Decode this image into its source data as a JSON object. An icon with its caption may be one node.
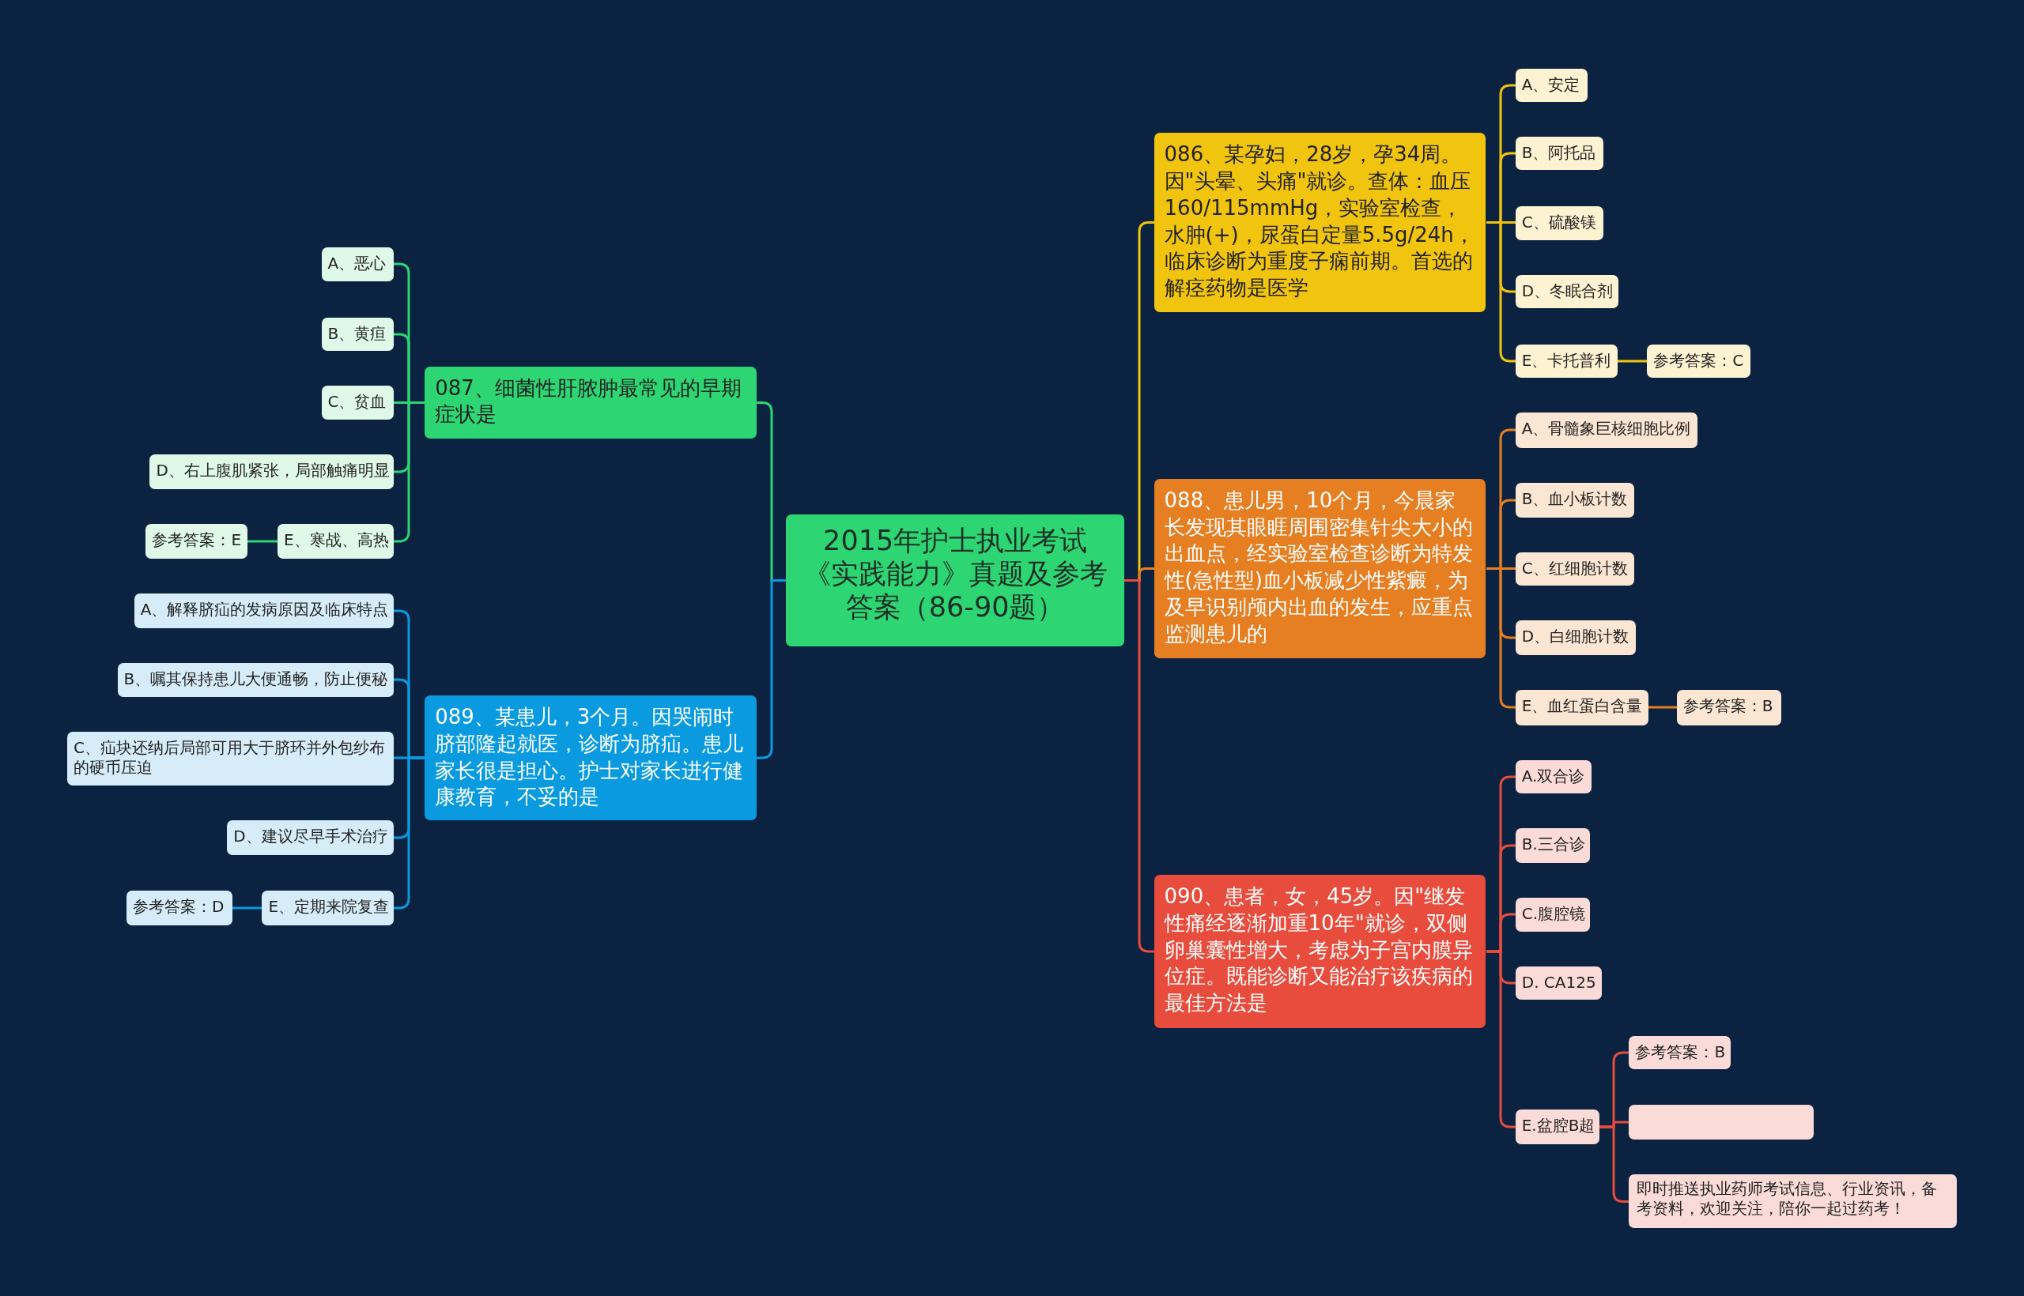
{
  "diagram": {
    "nodes": [
      {
        "text": [
          "2015年护士执业考试《实践能力》真题及参考答案（86-90题）"
        ]
      },
      {
        "text": [
          "087、细菌性肝脓肿最常见的早期症状是"
        ]
      },
      {
        "text": [
          "A、恶心"
        ]
      },
      {
        "text": [
          "B、黄疸"
        ]
      },
      {
        "text": [
          "C、贫血"
        ]
      },
      {
        "text": [
          "D、右上腹肌紧张，局部触痛明显"
        ]
      },
      {
        "text": [
          "E、寒战、高热"
        ]
      },
      {
        "text": [
          "参考答案：E"
        ]
      },
      {
        "text": [
          "089、某患儿，3个月。因哭闹时脐部隆起就医，诊断为脐疝。患儿家长很是担心。护士对家长进行健康教育，不妥的是"
        ]
      },
      {
        "text": [
          "A、解释脐疝的发病原因及临床特点"
        ]
      },
      {
        "text": [
          "B、嘱其保持患儿大便通畅，防止便秘"
        ]
      },
      {
        "text": [
          "C、疝块还纳后局部可用大于脐环并外包纱布的硬币压迫"
        ]
      },
      {
        "text": [
          "D、建议尽早手术治疗"
        ]
      },
      {
        "text": [
          "E、定期来院复查"
        ]
      },
      {
        "text": [
          "参考答案：D"
        ]
      },
      {
        "text": [
          "086、某孕妇，28岁，孕34周。因\"头晕、头痛\"就诊。查体：血压160/115mmHg，实验室检查，水肿(+)，尿蛋白定量5.5g/24h，临床诊断为重度子痫前期。首选的解痉药物是医学"
        ]
      },
      {
        "text": [
          "A、安定"
        ]
      },
      {
        "text": [
          "B、阿托品"
        ]
      },
      {
        "text": [
          "C、硫酸镁"
        ]
      },
      {
        "text": [
          "D、冬眠合剂"
        ]
      },
      {
        "text": [
          "E、卡托普利"
        ]
      },
      {
        "text": [
          "参考答案：C"
        ]
      },
      {
        "text": [
          "088、患儿男，10个月，今晨家长发现其眼睚周围密集针尖大小的出血点，经实验室检查诊断为特发性(急性型)血小板减少性紫癜，为及早识别颅内出血的发生，应重点监测患儿的"
        ]
      },
      {
        "text": [
          "A、骨髓象巨核细胞比例"
        ]
      },
      {
        "text": [
          "B、血小板计数"
        ]
      },
      {
        "text": [
          "C、红细胞计数"
        ]
      },
      {
        "text": [
          "D、白细胞计数"
        ]
      },
      {
        "text": [
          "E、血红蛋白含量"
        ]
      },
      {
        "text": [
          "参考答案：B"
        ]
      },
      {
        "text": [
          "090、患者，女，45岁。因\"继发性痛经逐渐加重10年\"就诊，双侧卵巢囊性增大，考虑为子宫内膜异位症。既能诊断又能治疗该疾病的最佳方法是"
        ]
      },
      {
        "text": [
          "A.双合诊"
        ]
      },
      {
        "text": [
          "B.三合诊"
        ]
      },
      {
        "text": [
          "C.腹腔镜"
        ]
      },
      {
        "text": [
          "D. CA125"
        ]
      },
      {
        "text": [
          "E.盆腔B超"
        ]
      },
      {
        "text": [
          "参考答案：B"
        ]
      },
      {
        "text": [],
        "shape": "box"
      },
      {
        "text": [
          "即时推送执业药师考试信息、行业资讯，备考资料，欢迎关注，陪你一起过药考！"
        ]
      }
    ],
    "edges": [
      {
        "from": 0,
        "to": 1,
        "arrow": "none",
        "color": "#2ed573"
      },
      {
        "from": 0,
        "to": 8,
        "arrow": "none",
        "color": "#0a9ae0"
      },
      {
        "from": 0,
        "to": 15,
        "arrow": "none",
        "color": "#f1c40f"
      },
      {
        "from": 0,
        "to": 22,
        "arrow": "none",
        "color": "#e67e22"
      },
      {
        "from": 0,
        "to": 29,
        "arrow": "none",
        "color": "#e74c3c"
      },
      {
        "from": 1,
        "to": 2,
        "arrow": "none",
        "color": "#2ed573"
      },
      {
        "from": 1,
        "to": 3,
        "arrow": "none",
        "color": "#2ed573"
      },
      {
        "from": 1,
        "to": 4,
        "arrow": "none",
        "color": "#2ed573"
      },
      {
        "from": 1,
        "to": 5,
        "arrow": "none",
        "color": "#2ed573"
      },
      {
        "from": 1,
        "to": 6,
        "arrow": "none",
        "color": "#2ed573"
      },
      {
        "from": 6,
        "to": 7,
        "arrow": "none",
        "color": "#2ed573"
      },
      {
        "from": 8,
        "to": 9,
        "arrow": "none",
        "color": "#0a9ae0"
      },
      {
        "from": 8,
        "to": 10,
        "arrow": "none",
        "color": "#0a9ae0"
      },
      {
        "from": 8,
        "to": 11,
        "arrow": "none",
        "color": "#0a9ae0"
      },
      {
        "from": 8,
        "to": 12,
        "arrow": "none",
        "color": "#0a9ae0"
      },
      {
        "from": 8,
        "to": 13,
        "arrow": "none",
        "color": "#0a9ae0"
      },
      {
        "from": 13,
        "to": 14,
        "arrow": "none",
        "color": "#0a9ae0"
      },
      {
        "from": 15,
        "to": 16,
        "arrow": "none",
        "color": "#f1c40f"
      },
      {
        "from": 15,
        "to": 17,
        "arrow": "none",
        "color": "#f1c40f"
      },
      {
        "from": 15,
        "to": 18,
        "arrow": "none",
        "color": "#f1c40f"
      },
      {
        "from": 15,
        "to": 19,
        "arrow": "none",
        "color": "#f1c40f"
      },
      {
        "from": 15,
        "to": 20,
        "arrow": "none",
        "color": "#f1c40f"
      },
      {
        "from": 20,
        "to": 21,
        "arrow": "none",
        "color": "#f1c40f"
      },
      {
        "from": 22,
        "to": 23,
        "arrow": "none",
        "color": "#e67e22"
      },
      {
        "from": 22,
        "to": 24,
        "arrow": "none",
        "color": "#e67e22"
      },
      {
        "from": 22,
        "to": 25,
        "arrow": "none",
        "color": "#e67e22"
      },
      {
        "from": 22,
        "to": 26,
        "arrow": "none",
        "color": "#e67e22"
      },
      {
        "from": 22,
        "to": 27,
        "arrow": "none",
        "color": "#e67e22"
      },
      {
        "from": 27,
        "to": 28,
        "arrow": "none",
        "color": "#e67e22"
      },
      {
        "from": 29,
        "to": 30,
        "arrow": "none",
        "color": "#e74c3c"
      },
      {
        "from": 29,
        "to": 31,
        "arrow": "none",
        "color": "#e74c3c"
      },
      {
        "from": 29,
        "to": 32,
        "arrow": "none",
        "color": "#e74c3c"
      },
      {
        "from": 29,
        "to": 33,
        "arrow": "none",
        "color": "#e74c3c"
      },
      {
        "from": 29,
        "to": 34,
        "arrow": "none",
        "color": "#e74c3c"
      },
      {
        "from": 34,
        "to": 35,
        "arrow": "none",
        "color": "#e74c3c"
      },
      {
        "from": 34,
        "to": 36,
        "arrow": "none",
        "color": "#e74c3c"
      },
      {
        "from": 34,
        "to": 37,
        "arrow": "none",
        "color": "#e74c3c"
      }
    ]
  }
}
